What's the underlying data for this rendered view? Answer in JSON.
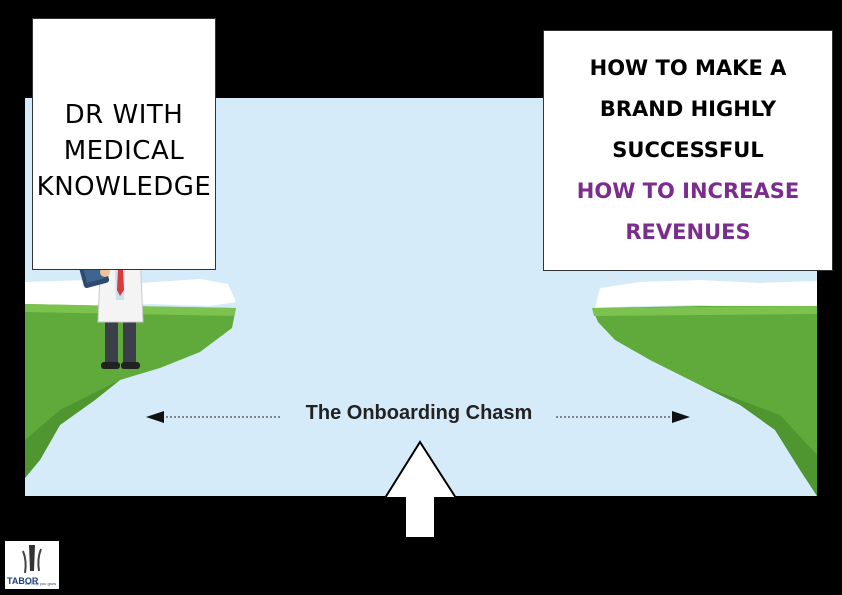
{
  "left_box": {
    "lines": [
      "DR WITH",
      "MEDICAL",
      "KNOWLEDGE"
    ]
  },
  "right_box": {
    "lines": [
      {
        "text": "HOW TO MAKE A",
        "color": "#000000"
      },
      {
        "text": "BRAND HIGHLY",
        "color": "#000000"
      },
      {
        "text": "SUCCESSFUL",
        "color": "#000000"
      },
      {
        "text": "HOW TO INCREASE",
        "color": "#7b2d8e"
      },
      {
        "text": "REVENUES",
        "color": "#7b2d8e"
      }
    ]
  },
  "chasm": {
    "label": "The Onboarding Chasm"
  },
  "logo": {
    "brand": "TABOR",
    "tagline": "we help you grow"
  },
  "colors": {
    "sky": "#d6ebfa",
    "grass": "#5faa3a",
    "grass_dark": "#3f7f25",
    "snow": "#ffffff",
    "accent_purple": "#7b2d8e",
    "background": "#000000"
  },
  "icons": [
    "doctor-character-icon",
    "up-arrow-icon",
    "double-arrow-icon",
    "tabor-logo-icon"
  ]
}
